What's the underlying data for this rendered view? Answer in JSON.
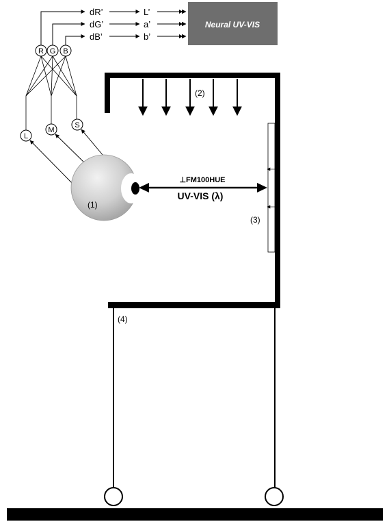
{
  "signals": {
    "dr": "dR’",
    "dg": "dG’",
    "db": "dB’"
  },
  "outputs": {
    "l": "L’",
    "a": "a’",
    "b": "b’"
  },
  "neural_box": {
    "label": "Neural UV-VIS",
    "color": "#6e6e6e"
  },
  "rgb_nodes": {
    "r": "R",
    "g": "G",
    "b": "B"
  },
  "cone_nodes": {
    "l": "L",
    "m": "M",
    "s": "S"
  },
  "callouts": {
    "one": "(1)",
    "two": "(2)",
    "three": "(3)",
    "four": "(4)"
  },
  "measurement": {
    "test": "⊥FM100HUE",
    "spectrum": "UV-VIS (λ)"
  }
}
